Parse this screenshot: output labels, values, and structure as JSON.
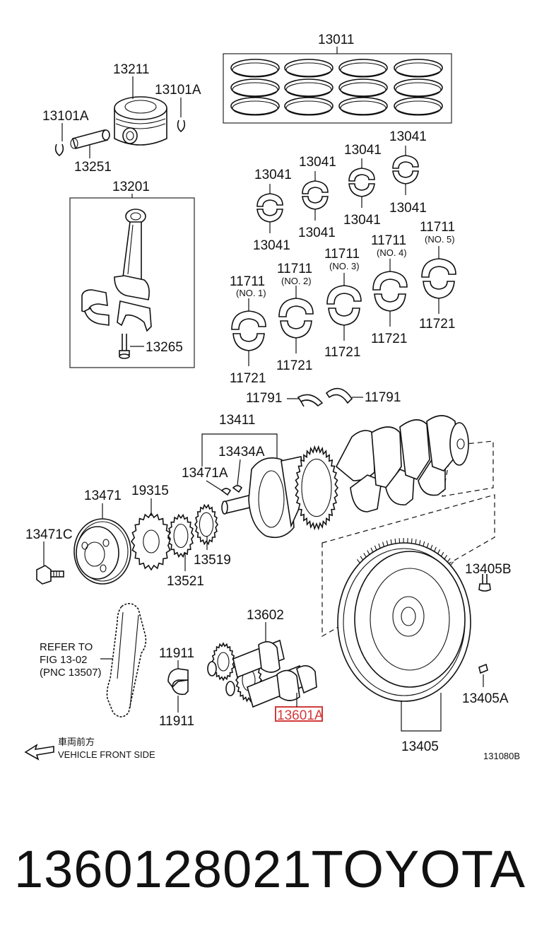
{
  "diagram": {
    "labels": {
      "rings": "13011",
      "piston": "13211",
      "snap_ring_right": "13101A",
      "snap_ring_left": "13101A",
      "piston_pin": "13251",
      "conrod_group": "13201",
      "conrod_bolt": "13265",
      "rod_brg_1_top": "13041",
      "rod_brg_1_bottom": "13041",
      "rod_brg_2_top": "13041",
      "rod_brg_2_bottom": "13041",
      "rod_brg_3_top": "13041",
      "rod_brg_3_bottom": "13041",
      "rod_brg_4_top": "13041",
      "rod_brg_4_bottom": "13041",
      "main_brg_1_top": "11711",
      "main_brg_1_no": "(NO. 1)",
      "main_brg_1_bottom": "11721",
      "main_brg_2_top": "11711",
      "main_brg_2_no": "(NO. 2)",
      "main_brg_2_bottom": "11721",
      "main_brg_3_top": "11711",
      "main_brg_3_no": "(NO. 3)",
      "main_brg_3_bottom": "11721",
      "main_brg_4_top": "11711",
      "main_brg_4_no": "(NO. 4)",
      "main_brg_4_bottom": "11721",
      "main_brg_5_top": "11711",
      "main_brg_5_no": "(NO. 5)",
      "main_brg_5_bottom": "11721",
      "thrust_washer_left": "11791",
      "thrust_washer_right": "11791",
      "crankshaft": "13411",
      "crank_key": "13434A",
      "pulley_key": "13471A",
      "pulley": "13471",
      "pulley_bolt": "13471C",
      "crank_sprocket": "19315",
      "crank_gear": "13521",
      "spacer": "13519",
      "flywheel_bolt": "13405B",
      "flywheel_pin": "13405A",
      "flywheel": "13405",
      "balance_shaft": "13602",
      "balance_shaft_highlight": "13601A",
      "balance_brg_top": "11911",
      "balance_brg_bottom": "11911",
      "refer_line1": "REFER TO",
      "refer_line2": "FIG 13-02",
      "refer_line3": "(PNC 13507)",
      "front_jp": "車両前方",
      "front_en": "VEHICLE FRONT SIDE",
      "figure_code": "131080B"
    },
    "highlight_color": "#d23a3a"
  },
  "footer": {
    "part_number": "1360128021",
    "brand": "TOYOTA"
  }
}
